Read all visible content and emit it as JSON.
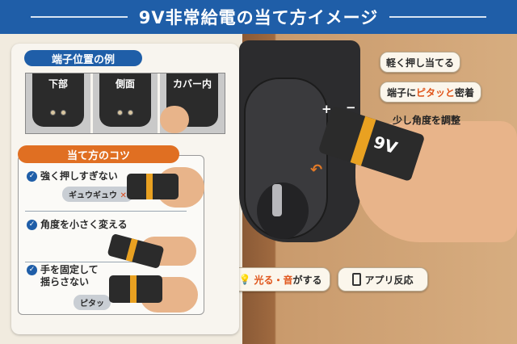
{
  "title": "9V非常給電の当て方イメージ",
  "terminal_section": {
    "heading": "端子位置の例",
    "examples": [
      {
        "label": "下部"
      },
      {
        "label": "側面"
      },
      {
        "label": "カバー内"
      }
    ]
  },
  "tips_section": {
    "heading": "当て方のコツ",
    "tips": [
      {
        "text": "強く押しすぎない",
        "tag": "ギュウギュウ",
        "tag_mark": "✕"
      },
      {
        "text": "角度を小さく変える"
      },
      {
        "text": "手を固定して\n揺らさない",
        "tag": "ピタッ"
      }
    ]
  },
  "illustration": {
    "battery_label": "9V",
    "plus": "+",
    "minus": "−",
    "callouts": {
      "press": "軽く押し当てる",
      "contact_prefix": "端子に",
      "contact_accent": "ピタッと",
      "contact_suffix": "密着",
      "adjust": "少し角度を調整"
    },
    "feedback": {
      "light_sound_accent": "光る・音",
      "light_sound_suffix": "がする",
      "app": "アプリ反応"
    }
  },
  "colors": {
    "title_bar": "#1f5ea8",
    "accent_orange": "#e06f22",
    "battery_band": "#e9a121"
  }
}
